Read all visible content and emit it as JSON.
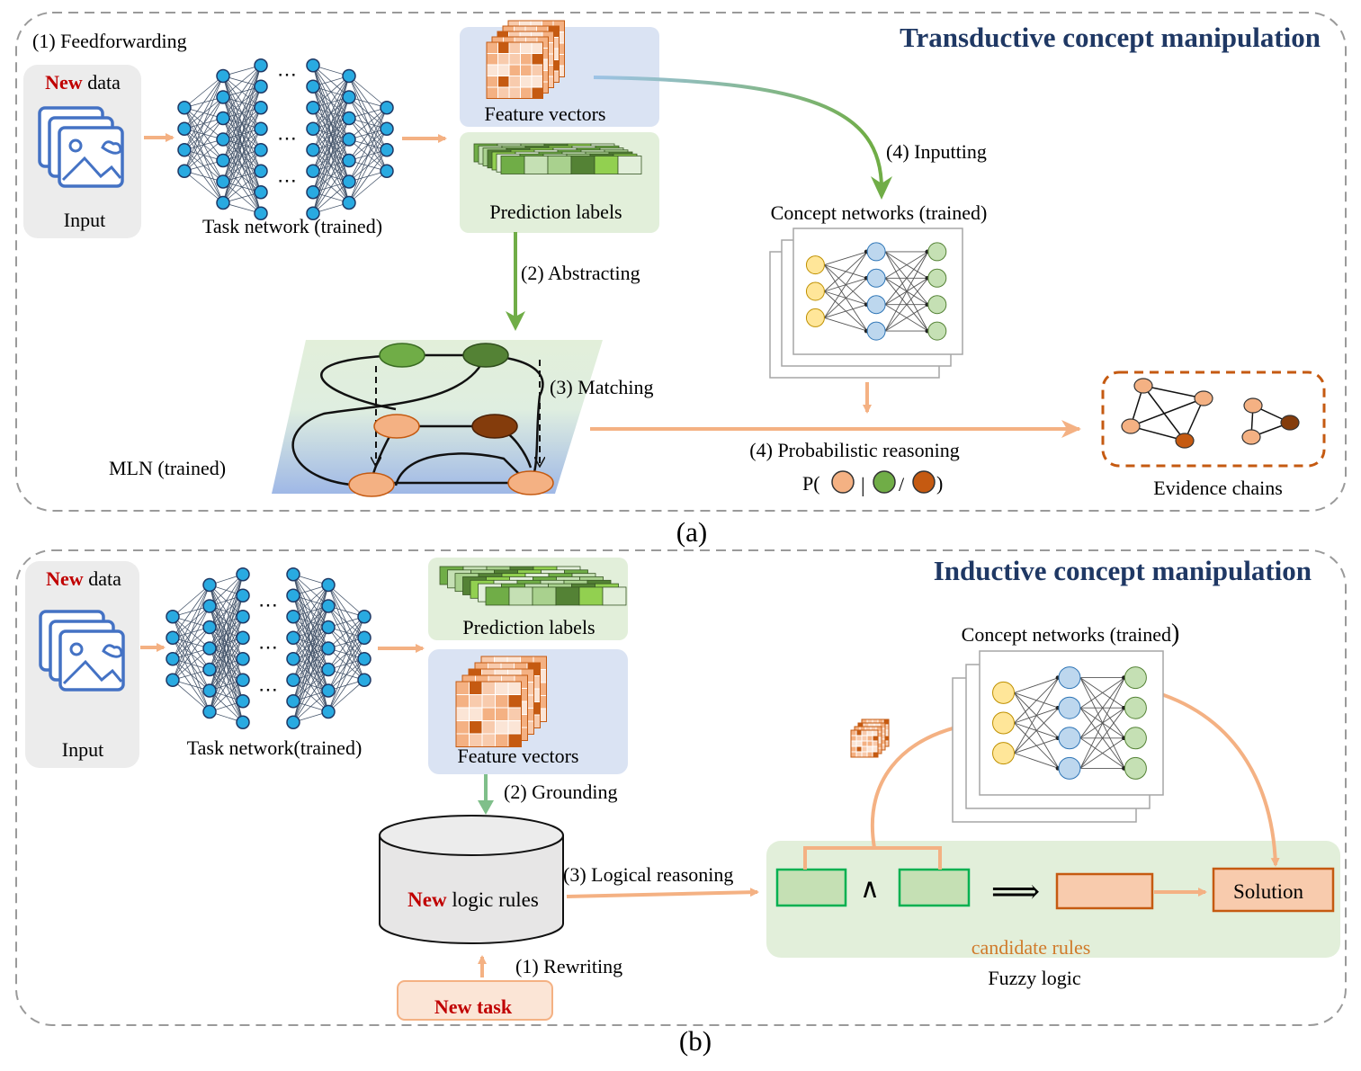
{
  "colors": {
    "title_navy": "#1f3864",
    "new_red": "#c00000",
    "arrow_orange": "#f4b183",
    "arrow_green": "#70ad47",
    "node_blue": "#29aae1",
    "feature_orange": "#f4b183",
    "feature_dark": "#c55a11",
    "label_green": "#70ad47",
    "panel_blue": "#dae3f3",
    "panel_green": "#e2efda",
    "rule_green_border": "#00b050",
    "solution_border": "#c55a11"
  },
  "panel_a": {
    "title": "Transductive concept manipulation",
    "caption": "(a)",
    "step1": "(1) Feedforwarding",
    "input_new": "New",
    "input_data": " data",
    "input_label": "Input",
    "task_network": "Task network (trained)",
    "feature_vectors": "Feature vectors",
    "prediction_labels": "Prediction labels",
    "step2": "(2) Abstracting",
    "step3": "(3) Matching",
    "step4a": "(4) Inputting",
    "concept_networks": "Concept networks (trained)",
    "mln": "MLN (trained)",
    "step4b": "(4) Probabilistic reasoning",
    "prob_open": "P(",
    "prob_bar": "|",
    "prob_slash": "/",
    "prob_close": ")",
    "evidence": "Evidence chains",
    "icons": [
      "image-stack-icon",
      "ellipsis-icon"
    ]
  },
  "panel_b": {
    "title": "Inductive concept manipulation",
    "caption": "(b)",
    "input_new": "New",
    "input_data": " data",
    "input_label": "Input",
    "task_network": "Task network(trained)",
    "prediction_labels": "Prediction labels",
    "feature_vectors": "Feature vectors",
    "step2": "(2) Grounding",
    "concept_networks": "Concept networks (trained",
    "concept_networks_paren": ")",
    "rules_new": "New",
    "rules_text": " logic rules",
    "step1": "(1) Rewriting",
    "new_task": "New task",
    "step3": "(3) Logical reasoning",
    "and_symbol": "∧",
    "implies_symbol": "⟹",
    "solution": "Solution",
    "candidate_rules": "candidate rules",
    "fuzzy_logic": "Fuzzy logic"
  }
}
